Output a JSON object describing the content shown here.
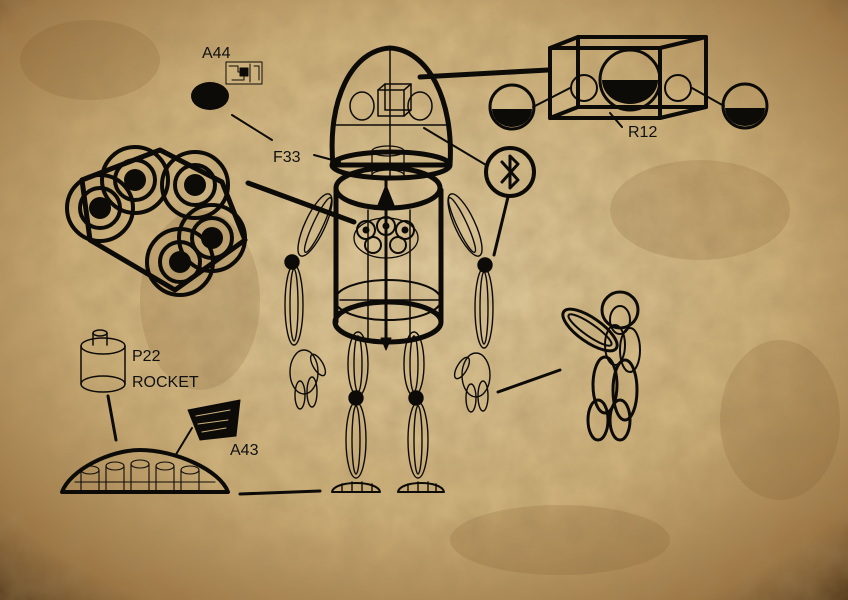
{
  "labels": {
    "a44": "A44",
    "f33": "F33",
    "r12": "R12",
    "p22": "P22",
    "rocket": "ROCKET",
    "a43": "A43"
  },
  "colors": {
    "ink": "#0d0b08",
    "paper_light": "#dcc79b",
    "paper_mid": "#c9ad78",
    "paper_dark": "#6b4a24"
  }
}
